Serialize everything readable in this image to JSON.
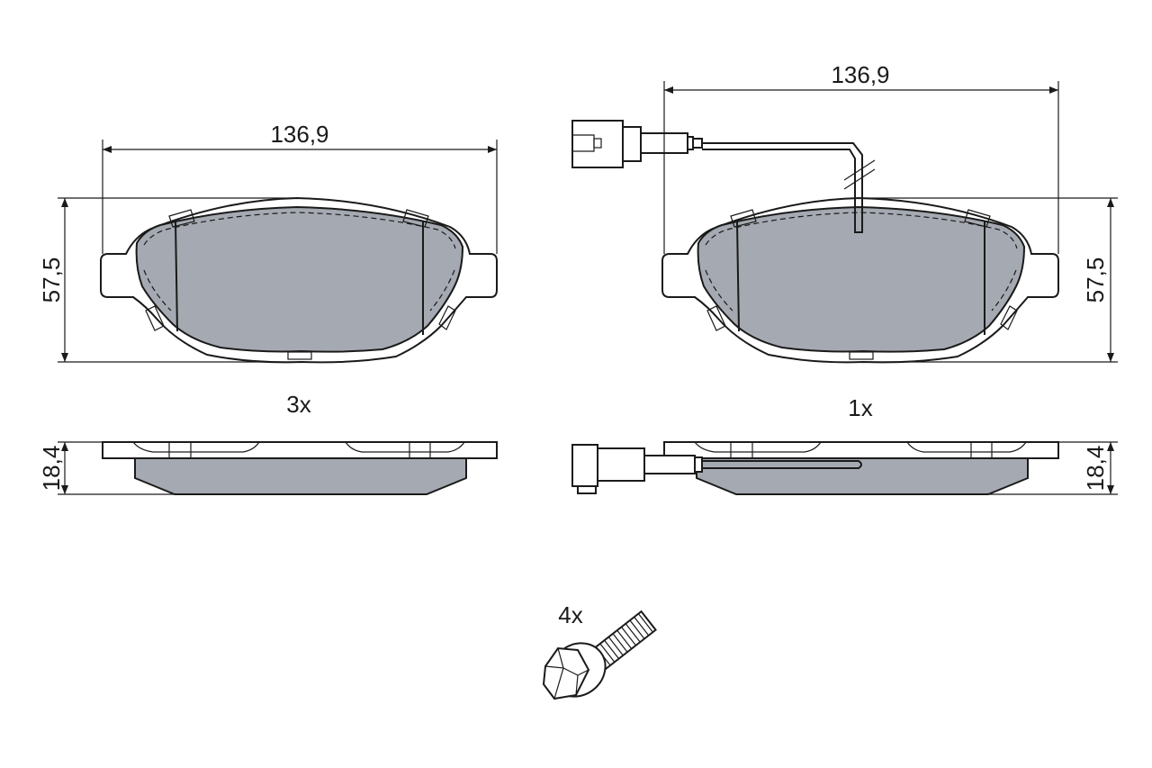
{
  "colors": {
    "line": "#1a1a1a",
    "friction_material": "#a5a9b1",
    "background": "#ffffff"
  },
  "left_pad": {
    "width_label": "136,9",
    "height_label": "57,5",
    "thickness_label": "18,4",
    "quantity_label": "3x"
  },
  "right_pad": {
    "width_label": "136,9",
    "height_label": "57,5",
    "thickness_label": "18,4",
    "quantity_label": "1x",
    "has_wear_sensor": true
  },
  "bolt": {
    "quantity_label": "4x",
    "icon": "bolt-icon"
  }
}
